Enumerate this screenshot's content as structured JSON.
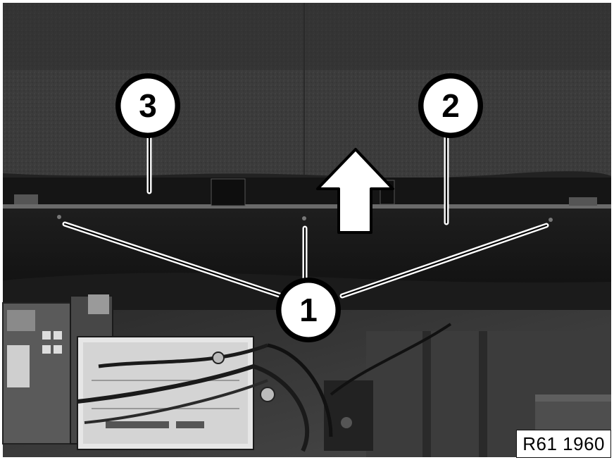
{
  "callouts": {
    "one": "1",
    "two": "2",
    "three": "3"
  },
  "reference_code": "R61 1960",
  "direction_arrow": "up-arrow",
  "colors": {
    "background": "#ffffff",
    "carpet": "#3a3a3a",
    "panel": "#141414",
    "callout_fill": "#ffffff",
    "callout_stroke": "#000000"
  }
}
